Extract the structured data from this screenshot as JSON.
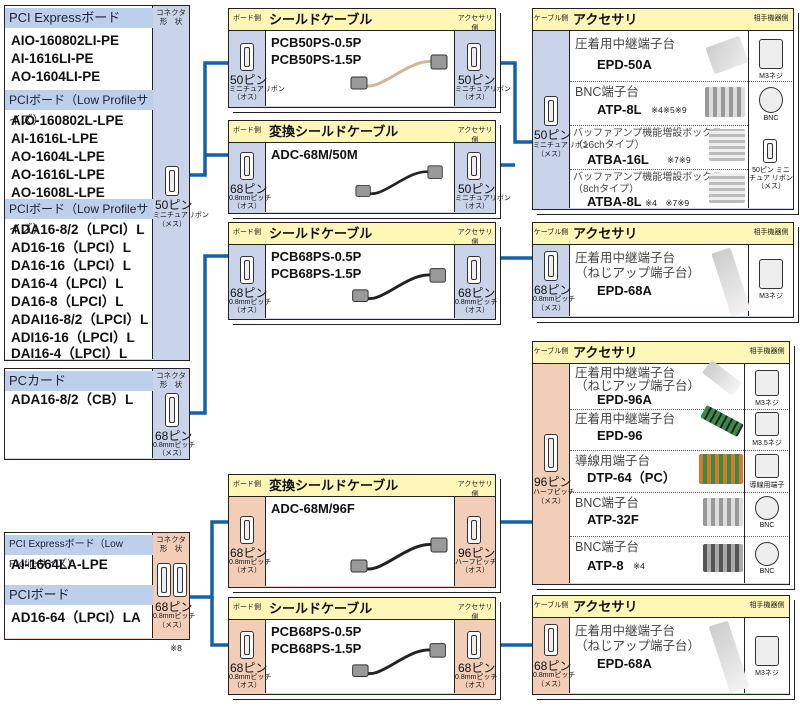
{
  "colors": {
    "line": "#1560a8",
    "header": "#fff6b8",
    "blue": "#c9d4ea",
    "pink": "#f2cdb7"
  },
  "common": {
    "conn_col": "コネクタ形　状",
    "board_side": "ボード側",
    "acc_side": "アクセサリ側",
    "cable_side": "ケーブル側",
    "mate": "相手機器側",
    "acc_title": "アクセサリ",
    "m3": "M3ネジ",
    "m35": "M3.5ネジ",
    "bnc": "BNC",
    "female": "（オス）",
    "fem2": "（メス）"
  },
  "left1": {
    "sec1": "PCI Expressボード",
    "items1": [
      "AIO-160802LI-PE",
      "AI-1616LI-PE",
      "AO-1604LI-PE"
    ],
    "sec2": "PCIボード（Low Profileサイズ）",
    "items2": [
      "AIO-160802L-LPE",
      "AI-1616L-LPE",
      "AO-1604L-LPE",
      "AO-1616L-LPE",
      "AO-1608L-LPE"
    ],
    "sec3": "PCIボード（Low Profileサイズ）",
    "items3": [
      "ADA16-8/2（LPCI）L",
      "AD16-16（LPCI）L",
      "DA16-16（LPCI）L",
      "DA16-4（LPCI）L",
      "DA16-8（LPCI）L",
      "ADAI16-8/2（LPCI）L",
      "ADI16-16（LPCI）L",
      "DAI16-4（LPCI）L"
    ],
    "pin": "50ピン",
    "pinsub": "ミニチュアリボン",
    "fem": "（メス）"
  },
  "left2": {
    "sec": "PCカード",
    "item": "ADA16-8/2（CB）L",
    "pin": "68ピン",
    "pinsub": "0.8mmピッチ",
    "fem": "（メス）"
  },
  "left3": {
    "sec1": "PCI Expressボード（Low Profileサイズ）",
    "item1": "AI-1664LA-LPE",
    "sec2": "PCIボード",
    "item2": "AD16-64（LPCI）LA",
    "pin": "68ピン",
    "pinsub": "0.8mmピッチ",
    "fem": "（メス）",
    "note": "※8"
  },
  "cables": [
    {
      "title": "シールドケーブル",
      "models": [
        "PCB50PS-0.5P",
        "PCB50PS-1.5P"
      ],
      "lpin": "50ピン",
      "lsub": "ミニチュアリボン",
      "rpin": "50ピン",
      "rsub": "ミニチュアリボン"
    },
    {
      "title": "変換シールドケーブル",
      "models": [
        "ADC-68M/50M"
      ],
      "lpin": "68ピン",
      "lsub": "0.8mmピッチ",
      "rpin": "50ピン",
      "rsub": "ミニチュアリボン"
    },
    {
      "title": "シールドケーブル",
      "models": [
        "PCB68PS-0.5P",
        "PCB68PS-1.5P"
      ],
      "lpin": "68ピン",
      "lsub": "0.8mmピッチ",
      "rpin": "68ピン",
      "rsub": "0.8mmピッチ"
    },
    {
      "title": "変換シールドケーブル",
      "models": [
        "ADC-68M/96F"
      ],
      "lpin": "68ピン",
      "lsub": "0.8mmピッチ",
      "rpin": "96ピン",
      "rsub": "ハーフピッチ"
    },
    {
      "title": "シールドケーブル",
      "models": [
        "PCB68PS-0.5P",
        "PCB68PS-1.5P"
      ],
      "lpin": "68ピン",
      "lsub": "0.8mmピッチ",
      "rpin": "68ピン",
      "rsub": "0.8mmピッチ"
    }
  ],
  "acc1": {
    "pin": "50ピン",
    "sub": "ミニチュアリボン",
    "items": [
      {
        "jp": "圧着用中継端子台",
        "model": "EPD-50A",
        "note": ""
      },
      {
        "jp": "BNC端子台",
        "model": "ATP-8L",
        "note": "※4※5※9"
      },
      {
        "jp": "バッファアンプ機能増設ボックス",
        "jp2": "（16chタイプ）",
        "model": "ATBA-16L",
        "note": "※7※9"
      },
      {
        "jp": "バッファアンプ機能増設ボックス",
        "jp2": "（8chタイプ）",
        "model": "ATBA-8L",
        "note": "※4　※7※9"
      }
    ],
    "mate_right": "50ピン ミニチュア リボン（メス）"
  },
  "acc2": {
    "pin": "68ピン",
    "sub": "0.8mmピッチ",
    "jp": "圧着用中継端子台",
    "jp2": "（ねじアップ端子台）",
    "model": "EPD-68A"
  },
  "acc3": {
    "pin": "96ピン",
    "sub": "ハーフピッチ",
    "items": [
      {
        "jp": "圧着用中継端子台",
        "jp2": "（ねじアップ端子台）",
        "model": "EPD-96A",
        "note": "",
        "mate": "M3ネジ"
      },
      {
        "jp": "圧着用中継端子台",
        "model": "EPD-96",
        "note": "",
        "mate": "M3.5ネジ"
      },
      {
        "jp": "導線用端子台",
        "model": "DTP-64（PC）",
        "note": "",
        "mate": "導線用端子"
      },
      {
        "jp": "BNC端子台",
        "model": "ATP-32F",
        "note": "",
        "mate": "BNC"
      },
      {
        "jp": "BNC端子台",
        "model": "ATP-8",
        "note": "※4",
        "mate": "BNC"
      }
    ]
  },
  "acc4": {
    "pin": "68ピン",
    "sub": "0.8mmピッチ",
    "jp": "圧着用中継端子台",
    "jp2": "（ねじアップ端子台）",
    "model": "EPD-68A"
  }
}
